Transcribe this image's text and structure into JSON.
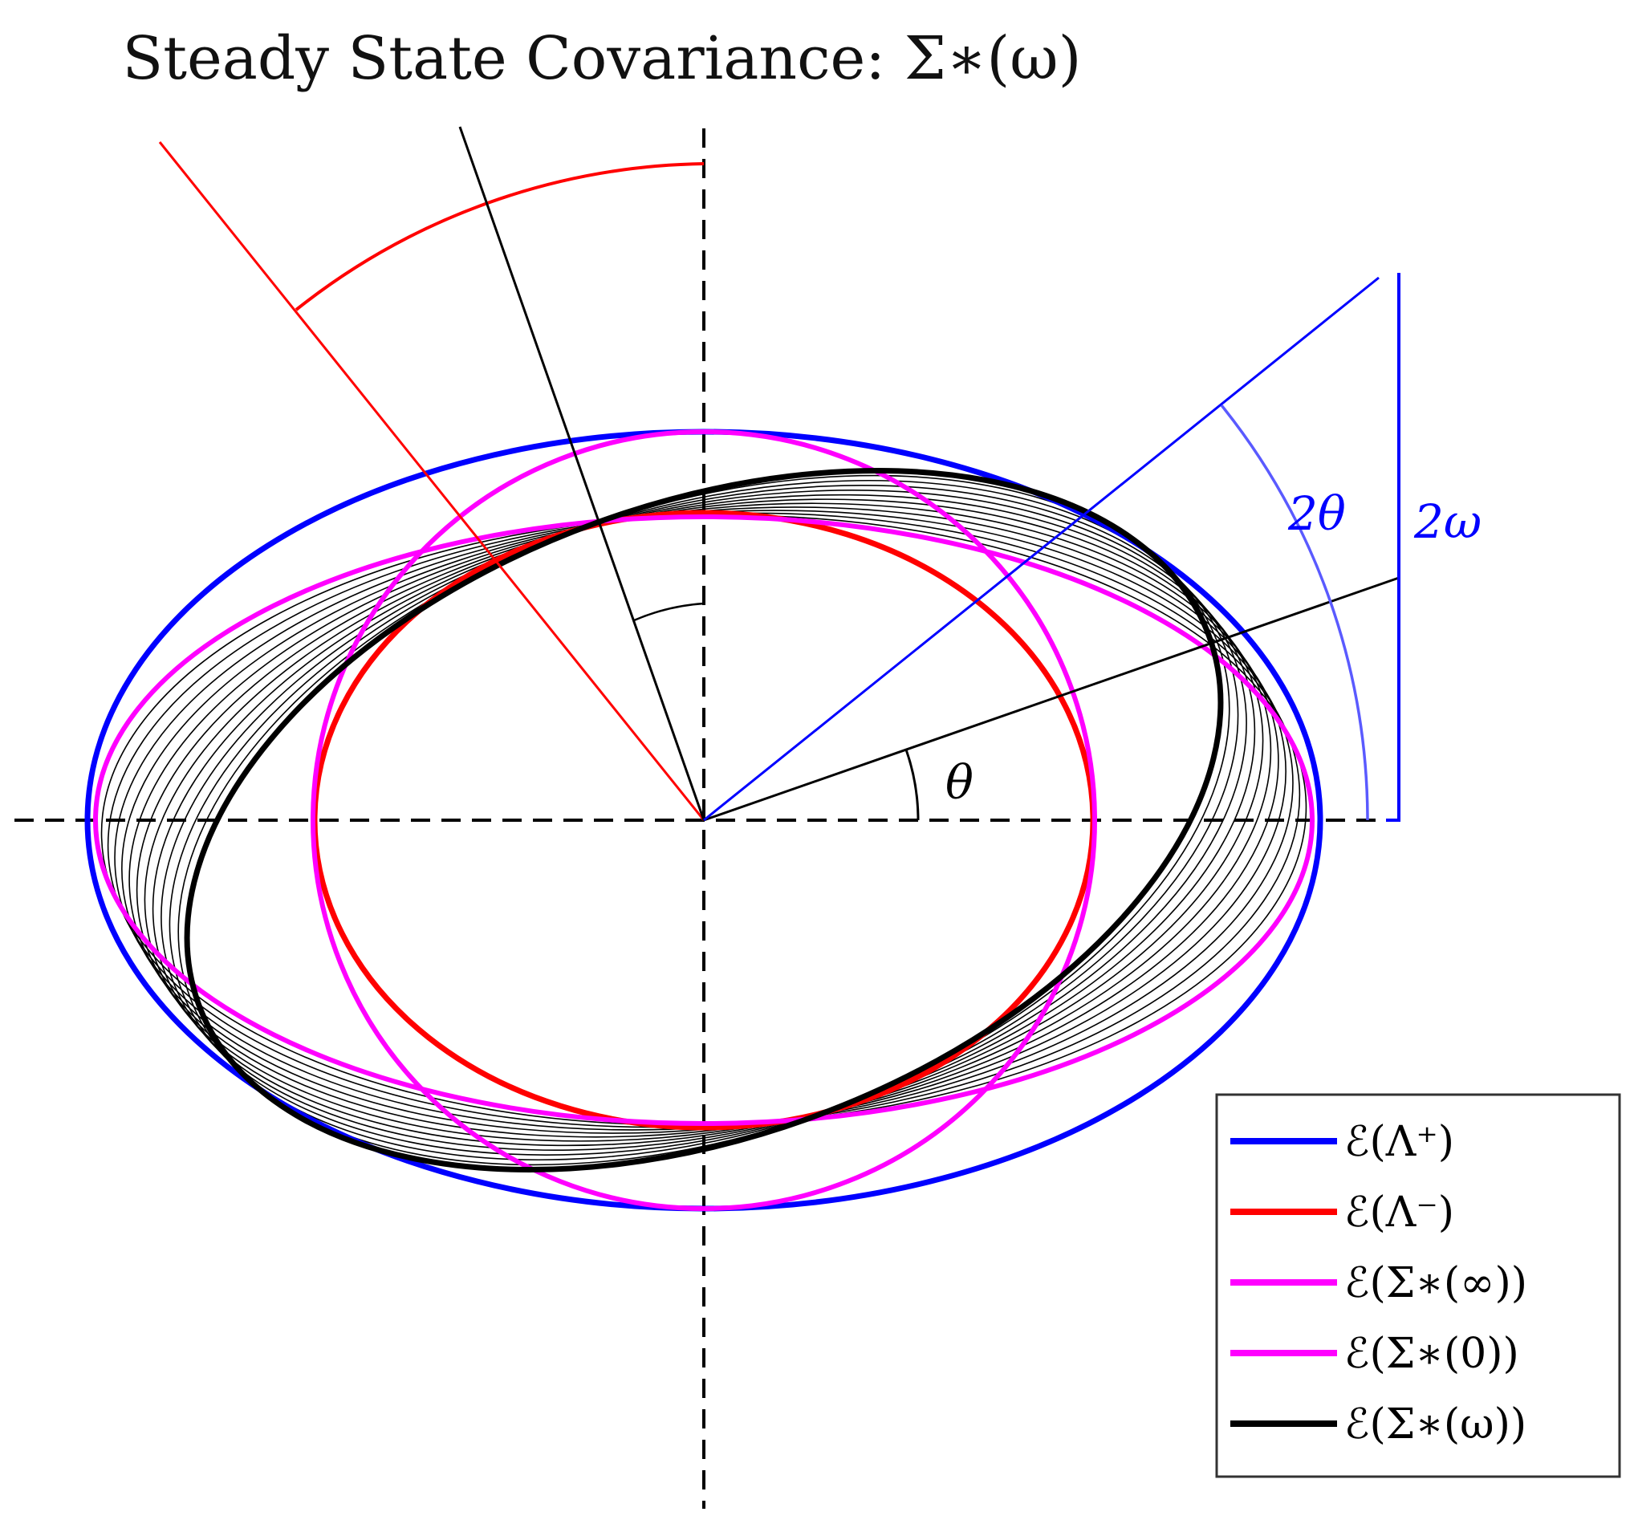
{
  "title": "Steady State Covariance: Σ∗(ω)",
  "labels": {
    "two_theta": "2θ",
    "two_omega": "2ω",
    "theta": "θ"
  },
  "legend": [
    {
      "label": "ℰ(Λ⁺)",
      "color": "#0000ff"
    },
    {
      "label": "ℰ(Λ⁻)",
      "color": "#ff0000"
    },
    {
      "label": "ℰ(Σ∗(∞))",
      "color": "#ff00ff"
    },
    {
      "label": "ℰ(Σ∗(0))",
      "color": "#ff00ff"
    },
    {
      "label": "ℰ(Σ∗(ω))",
      "color": "#000000"
    }
  ],
  "colors": {
    "blue": "#0000ff",
    "red": "#ff0000",
    "magenta": "#ff00ff",
    "black": "#000000",
    "light_blue": "#5a5aff"
  }
}
